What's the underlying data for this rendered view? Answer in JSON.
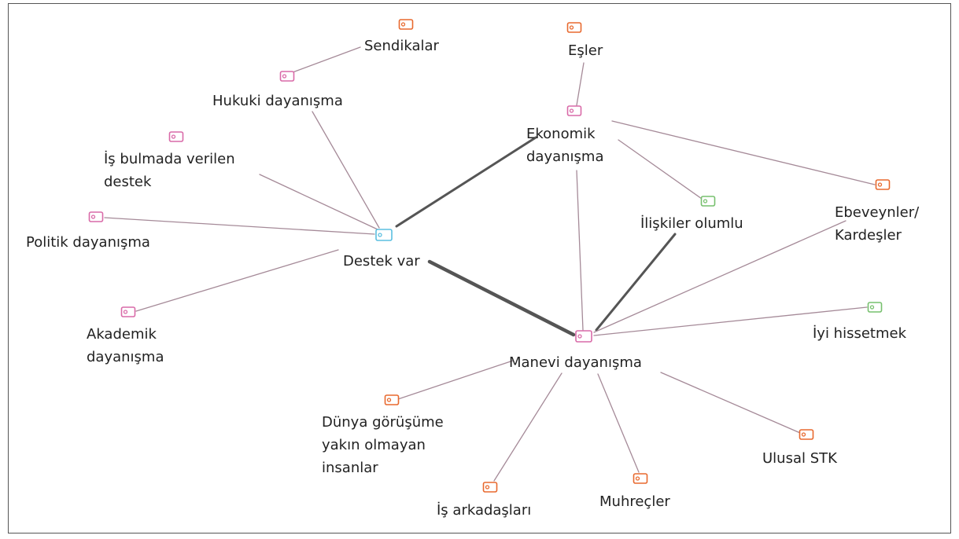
{
  "colors": {
    "orange": "#e8692e",
    "pink": "#d96aa8",
    "blue": "#5bbfe0",
    "green": "#77c06e",
    "thin_line": "#a58a98",
    "thick_line": "#555555"
  },
  "nodes": [
    {
      "id": "destek",
      "label": "Destek var",
      "color": "blue",
      "icon": "code-tag-icon"
    },
    {
      "id": "ekonomik",
      "label": "Ekonomik\ndayanışma",
      "color": "pink",
      "icon": "code-tag-icon"
    },
    {
      "id": "manevi",
      "label": "Manevi dayanışma",
      "color": "pink",
      "icon": "code-tag-icon"
    },
    {
      "id": "sendikalar",
      "label": "Sendikalar",
      "color": "orange",
      "icon": "code-tag-icon"
    },
    {
      "id": "hukuki",
      "label": "Hukuki dayanışma",
      "color": "pink",
      "icon": "code-tag-icon"
    },
    {
      "id": "isbulmada",
      "label": "İş bulmada verilen\ndestek",
      "color": "pink",
      "icon": "code-tag-icon"
    },
    {
      "id": "politik",
      "label": "Politik dayanışma",
      "color": "pink",
      "icon": "code-tag-icon"
    },
    {
      "id": "akademik",
      "label": "Akademik\ndayanışma",
      "color": "pink",
      "icon": "code-tag-icon"
    },
    {
      "id": "esler",
      "label": "Eşler",
      "color": "orange",
      "icon": "code-tag-icon"
    },
    {
      "id": "iliskiler",
      "label": "İlişkiler olumlu",
      "color": "green",
      "icon": "code-tag-icon"
    },
    {
      "id": "ebeveynler",
      "label": "Ebeveynler/\nKardeşler",
      "color": "orange",
      "icon": "code-tag-icon"
    },
    {
      "id": "iyi",
      "label": "İyi hissetmek",
      "color": "green",
      "icon": "code-tag-icon"
    },
    {
      "id": "dunya",
      "label": "Dünya görüşüme\nyakın olmayan\ninsanlar",
      "color": "orange",
      "icon": "code-tag-icon"
    },
    {
      "id": "isarkadaslari",
      "label": "İş arkadaşları",
      "color": "orange",
      "icon": "code-tag-icon"
    },
    {
      "id": "muhrecler",
      "label": "Muhreçler",
      "color": "orange",
      "icon": "code-tag-icon"
    },
    {
      "id": "ulusal",
      "label": "Ulusal STK",
      "color": "orange",
      "icon": "code-tag-icon"
    }
  ],
  "edges": [
    {
      "from": "destek",
      "to": "ekonomik",
      "weight": "thick"
    },
    {
      "from": "destek",
      "to": "manevi",
      "weight": "heavy"
    },
    {
      "from": "destek",
      "to": "hukuki",
      "weight": "thin"
    },
    {
      "from": "destek",
      "to": "isbulmada",
      "weight": "thin"
    },
    {
      "from": "destek",
      "to": "politik",
      "weight": "thin"
    },
    {
      "from": "destek",
      "to": "akademik",
      "weight": "thin"
    },
    {
      "from": "hukuki",
      "to": "sendikalar",
      "weight": "thin"
    },
    {
      "from": "ekonomik",
      "to": "esler",
      "weight": "thin"
    },
    {
      "from": "ekonomik",
      "to": "iliskiler",
      "weight": "thin"
    },
    {
      "from": "ekonomik",
      "to": "ebeveynler",
      "weight": "thin"
    },
    {
      "from": "ekonomik",
      "to": "manevi",
      "weight": "thin"
    },
    {
      "from": "manevi",
      "to": "iliskiler",
      "weight": "thick"
    },
    {
      "from": "manevi",
      "to": "ebeveynler",
      "weight": "thin"
    },
    {
      "from": "manevi",
      "to": "iyi",
      "weight": "thin"
    },
    {
      "from": "manevi",
      "to": "dunya",
      "weight": "thin"
    },
    {
      "from": "manevi",
      "to": "isarkadaslari",
      "weight": "thin"
    },
    {
      "from": "manevi",
      "to": "muhrecler",
      "weight": "thin"
    },
    {
      "from": "manevi",
      "to": "ulusal",
      "weight": "thin"
    }
  ]
}
